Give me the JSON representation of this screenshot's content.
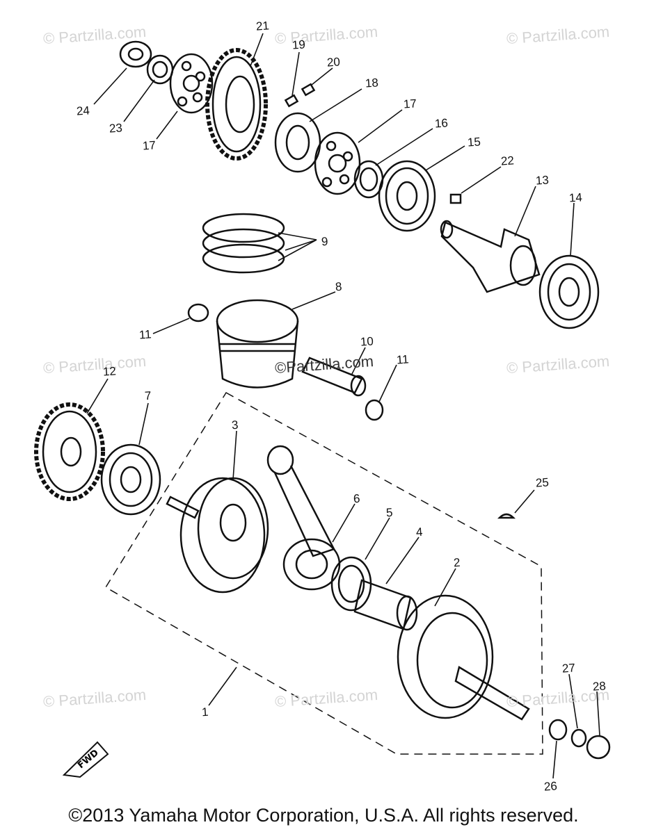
{
  "watermarks": [
    "© Partzilla.com",
    "© Partzilla.com",
    "© Partzilla.com",
    "© Partzilla.com",
    "©Partzilla.com",
    "© Partzilla.com",
    "© Partzilla.com",
    "© Partzilla.com",
    "© Partzilla.com"
  ],
  "callouts": [
    "21",
    "19",
    "20",
    "18",
    "17",
    "16",
    "15",
    "22",
    "13",
    "14",
    "24",
    "23",
    "17",
    "9",
    "8",
    "11",
    "10",
    "11",
    "12",
    "7",
    "3",
    "6",
    "5",
    "4",
    "2",
    "25",
    "27",
    "28",
    "26",
    "1"
  ],
  "fwd_label": "FWD",
  "copyright": "©2013 Yamaha Motor Corporation, U.S.A. All rights reserved."
}
